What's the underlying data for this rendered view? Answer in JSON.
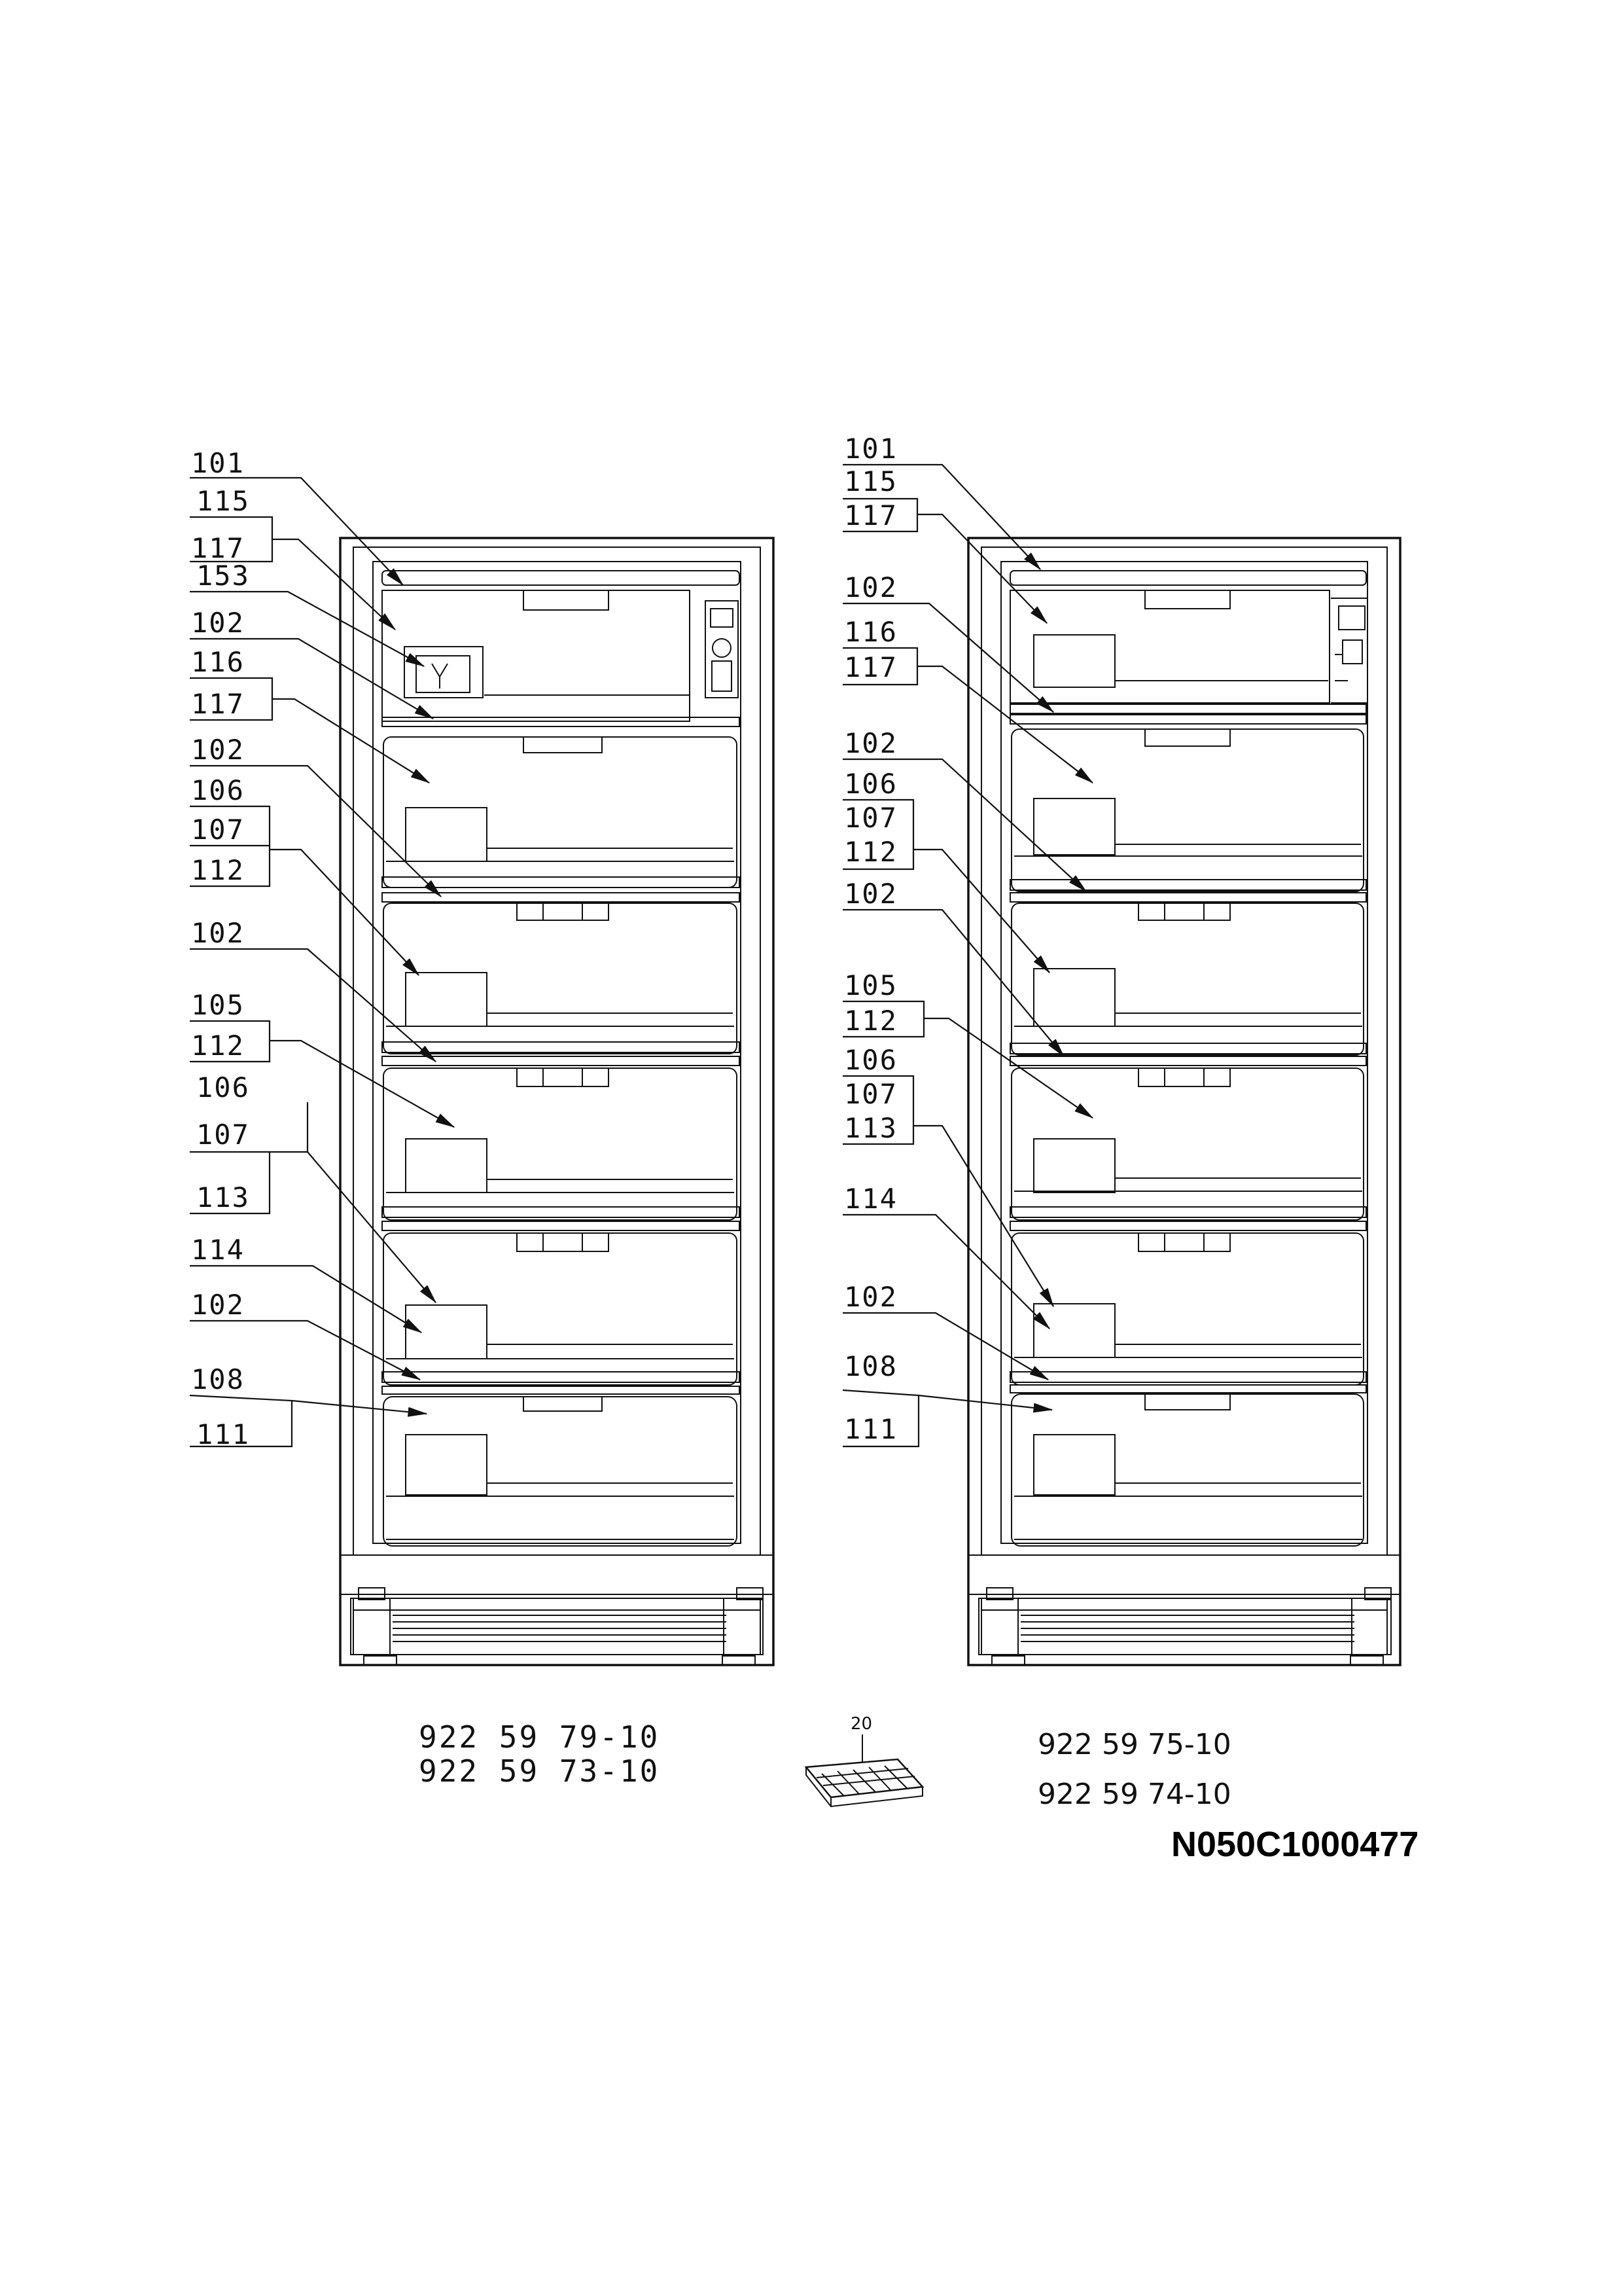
{
  "left_freezer": {
    "callouts": [
      "101",
      "115",
      "117",
      "153",
      "102",
      "116",
      "117",
      "102",
      "106",
      "107",
      "112",
      "102",
      "105",
      "112",
      "106",
      "107",
      "113",
      "114",
      "102",
      "108",
      "111"
    ],
    "part_numbers": [
      "922 59 79-10",
      "922 59 73-10"
    ]
  },
  "right_freezer": {
    "callouts": [
      "101",
      "115",
      "117",
      "102",
      "116",
      "117",
      "102",
      "106",
      "107",
      "112",
      "102",
      "105",
      "112",
      "106",
      "107",
      "113",
      "114",
      "102",
      "108",
      "111"
    ],
    "part_numbers": [
      "922 59 75-10",
      "922 59 74-10"
    ]
  },
  "accessory": {
    "callout": "20",
    "name": "ice-cube-tray"
  },
  "drawing_code": "N050C1000477"
}
